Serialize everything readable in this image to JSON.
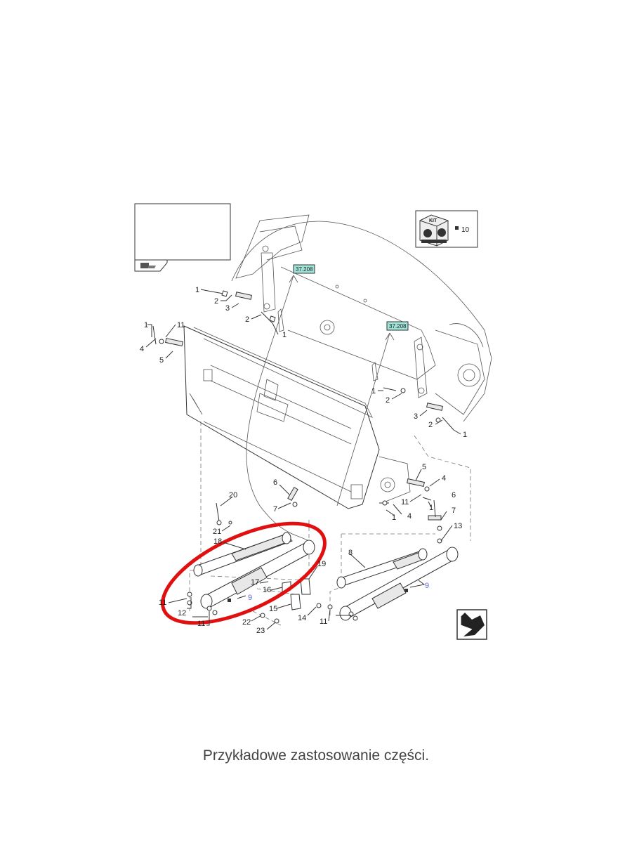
{
  "caption": "Przykładowe zastosowanie części.",
  "kit": {
    "title": "KIT",
    "ref": "10"
  },
  "ref_tags": [
    "37.208",
    "37.208"
  ],
  "highlight_color": "#e01010",
  "callouts": {
    "c1a": "1",
    "c2a": "2",
    "c3a": "3",
    "c2b": "2",
    "c1b": "1",
    "c1c": "1",
    "c11a": "11",
    "c4a": "4",
    "c5a": "5",
    "c1d": "1",
    "c2c": "2",
    "c3b": "3",
    "c2d": "2",
    "c1e": "1",
    "c5b": "5",
    "c4b": "4",
    "c11b": "11",
    "c1f": "1",
    "c1g": "1",
    "c4c": "4",
    "c6a": "6",
    "c7a": "7",
    "c20": "20",
    "c21": "21",
    "c18": "18",
    "c17": "17",
    "c16": "16",
    "c19": "19",
    "c15": "15",
    "c14": "14",
    "c22": "22",
    "c23": "23",
    "c11c": "11",
    "c12": "12",
    "c11d": "11",
    "c9a": "9",
    "c8": "8",
    "c6b": "6",
    "c7b": "7",
    "c13": "13",
    "c9b": "9",
    "c11e": "11"
  }
}
